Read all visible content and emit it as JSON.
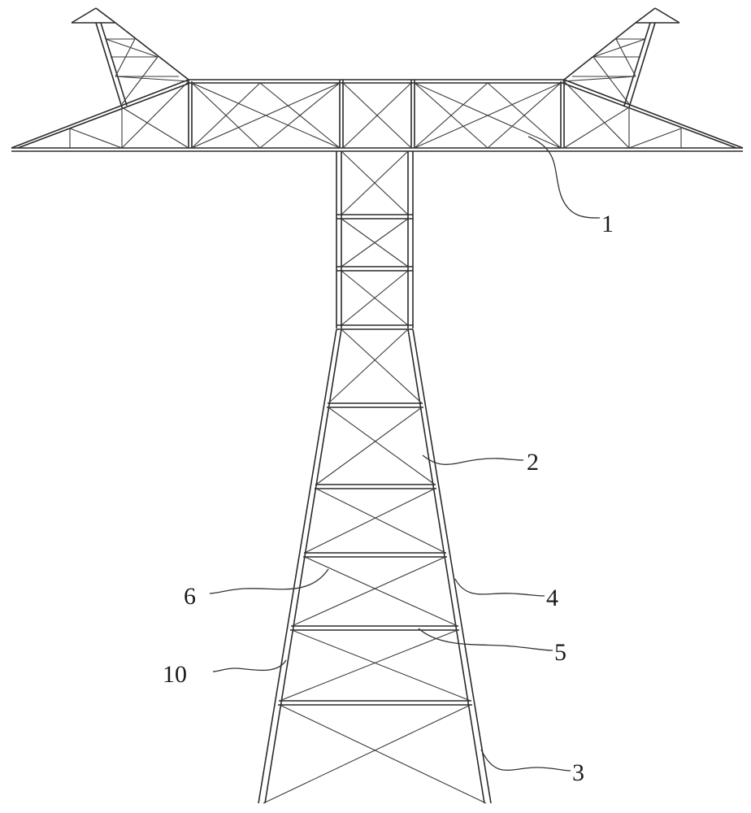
{
  "figure": {
    "subject": "transmission-tower",
    "line_color": "#2a2a2a",
    "background": "#ffffff"
  },
  "callouts": [
    {
      "id": "1",
      "text": "1"
    },
    {
      "id": "2",
      "text": "2"
    },
    {
      "id": "3",
      "text": "3"
    },
    {
      "id": "4",
      "text": "4"
    },
    {
      "id": "5",
      "text": "5"
    },
    {
      "id": "6",
      "text": "6"
    },
    {
      "id": "10",
      "text": "10"
    }
  ]
}
